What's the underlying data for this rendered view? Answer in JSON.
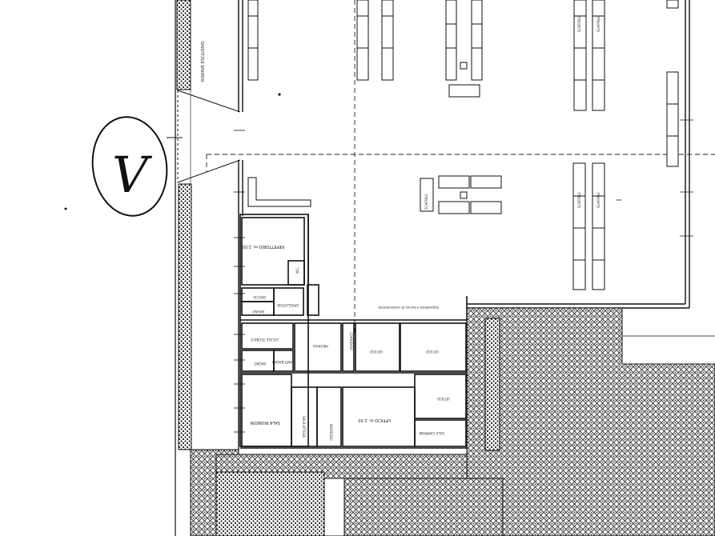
{
  "plan": {
    "perimeter_note": "RISERVE ESCLUSIVO",
    "circled_mark": "V",
    "top_note": "Segnaletica e bacino di contenimento",
    "rooms": {
      "refettorio": "REFETTORIO m. 2,50",
      "wc": "W.C.",
      "doccia": "DOCCIA",
      "bagno_1": "BAGNO",
      "spogliatoio": "SPOGLIATOIO",
      "locale_tecnico": "LOCALE TECNICO",
      "archivio": "ARCHIVIO",
      "corridoio": "CORRIDOIO",
      "ufficio_1": "UFFICIO",
      "ufficio_2": "UFFICIO",
      "anti_bagno": "ANTI BAGNO",
      "bagno_2": "BAGNO",
      "sala_riunioni": "SALA RIUNIONI",
      "sala_attesa": "SALA ATTESA",
      "ingresso": "INGRESSO",
      "ufficio_grande": "UFFICIO m. 2,50",
      "ufficio_3": "UFFICIO",
      "sala_campioni": "SALA CAMPIONI"
    },
    "racks": {
      "scaffale": "SCAFFALE"
    }
  }
}
